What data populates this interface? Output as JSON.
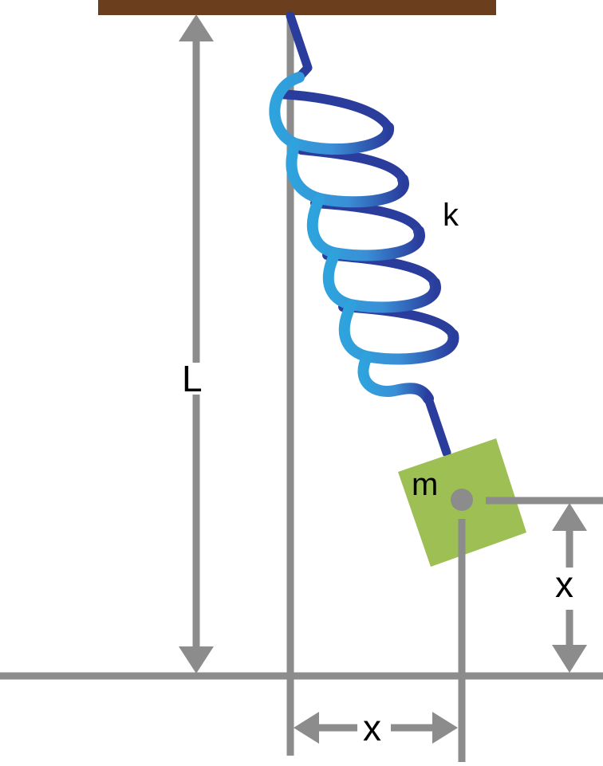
{
  "labels": {
    "length": "L",
    "spring_constant": "k",
    "mass": "m",
    "vertical_displacement": "x",
    "horizontal_displacement": "x"
  },
  "colors": {
    "ceiling": "#6b3f1e",
    "guide_lines": "#8c8c8c",
    "spring_dark": "#2a3c9c",
    "spring_light": "#2ea3dd",
    "mass_block": "#9dbf53",
    "mass_center": "#8c8c8c"
  },
  "icons": {
    "spring": "helical-spring-icon",
    "arrow": "double-headed-arrow-icon"
  }
}
